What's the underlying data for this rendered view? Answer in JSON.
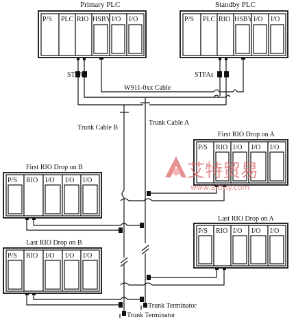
{
  "labels": {
    "primary_plc": "Primary PLC",
    "standby_plc": "Standby PLC",
    "stfas_left": "STFAs",
    "stfas_right": "STFAs",
    "cable": "W911-0xx Cable",
    "trunk_b": "Trunk Cable B",
    "trunk_a": "Trunk Cable A",
    "first_rio_a": "First RIO Drop on A",
    "first_rio_b": "First RIO Drop on B",
    "last_rio_a": "Last RIO Drop on A",
    "last_rio_b": "Last RIO Drop on B",
    "terminator_1": "Trunk Terminator",
    "terminator_2": "Trunk Terminator"
  },
  "racks": {
    "primary": [
      "P/S",
      "PLC",
      "RIO",
      "HSBY",
      "I/O",
      "I/O"
    ],
    "standby": [
      "P/S",
      "PLC",
      "RIO",
      "HSBY",
      "I/O",
      "I/O"
    ],
    "first_rio_a": [
      "P/S",
      "RIO",
      "I/O",
      "I/O",
      "I/O"
    ],
    "first_rio_b": [
      "P/S",
      "RIO",
      "I/O",
      "I/O",
      "I/O"
    ],
    "last_rio_a": [
      "P/S",
      "RIO",
      "I/O",
      "I/O",
      "I/O"
    ],
    "last_rio_b": [
      "P/S",
      "RIO",
      "I/O",
      "I/O",
      "I/O"
    ]
  },
  "watermark": {
    "chinese": "艾特贸易",
    "url": "www.aitmy.com"
  },
  "colors": {
    "line": "#111111",
    "watermark": "#e06b6b"
  }
}
